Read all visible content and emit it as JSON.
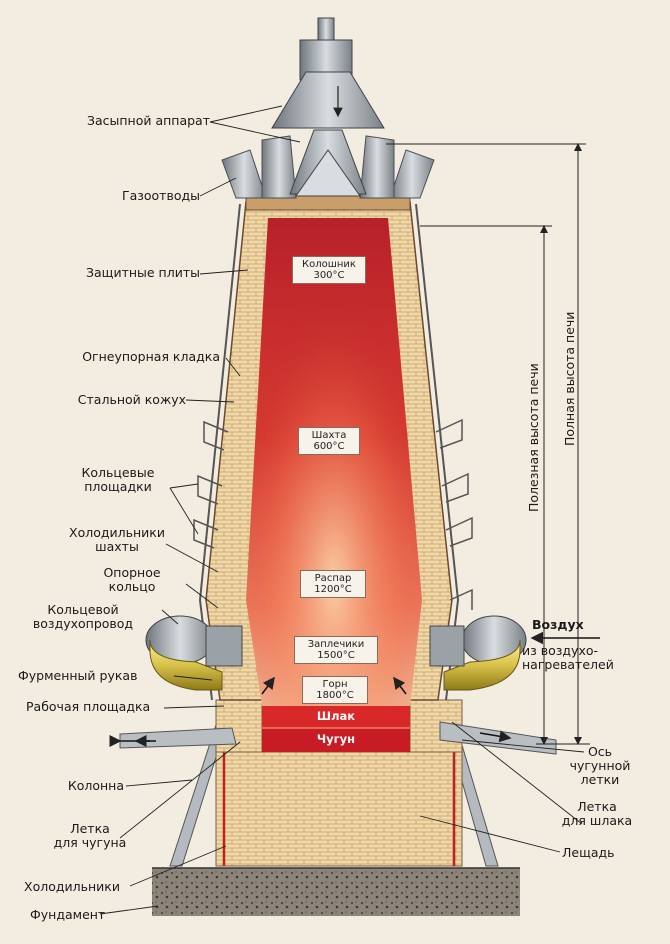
{
  "labels": {
    "charging": "Засыпной аппарат",
    "gas": "Газоотводы",
    "plates": "Защитные плиты",
    "lining": "Огнеупорная кладка",
    "shell": "Стальной кожух",
    "platforms": "Кольцевые\nплощадки",
    "coolers_shaft": "Холодильники\nшахты",
    "support_ring": "Опорное\nкольцо",
    "bustle": "Кольцевой\nвоздухопровод",
    "tuyere": "Фурменный рукав",
    "workfloor": "Рабочая площадка",
    "column": "Колонна",
    "iron_notch": "Летка\nдля чугуна",
    "coolers": "Холодильники",
    "foundation": "Фундамент",
    "air": "Воздух",
    "air_from": "из воздухо-\nнагревателей",
    "notch_axis": "Ось\nчугунной\nлетки",
    "slag_notch": "Летка\nдля шлака",
    "hearth_bottom": "Лещадь",
    "useful_height": "Полезная высота печи",
    "full_height": "Полная высота печи"
  },
  "zones": {
    "throat": {
      "name": "Колошник",
      "temp": "300°С"
    },
    "shaft": {
      "name": "Шахта",
      "temp": "600°С"
    },
    "belly": {
      "name": "Распар",
      "temp": "1200°С"
    },
    "bosh": {
      "name": "Заплечики",
      "temp": "1500°С"
    },
    "hearth": {
      "name": "Горн",
      "temp": "1800°С"
    }
  },
  "layers": {
    "slag": "Шлак",
    "iron": "Чугун"
  },
  "colors": {
    "hot_core": "#f7c090",
    "mid": "#e05038",
    "outer": "#b8202a",
    "brick": "#efd9a8",
    "mortar": "#c99e6a",
    "steel": "#9aa2a8"
  }
}
